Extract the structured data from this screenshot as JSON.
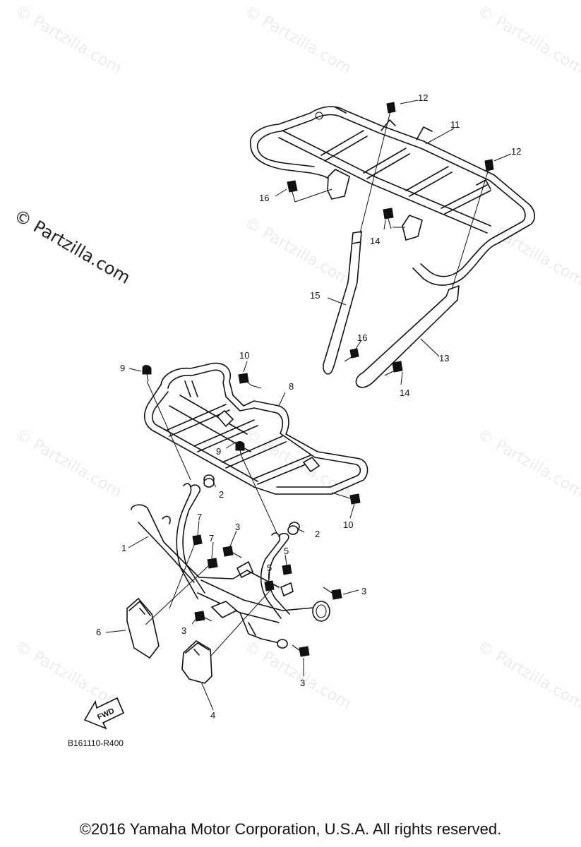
{
  "watermark": {
    "text": "© Partzilla.com",
    "color": "#ececec"
  },
  "side_watermark": {
    "text": "© Partzilla.com"
  },
  "callouts": {
    "c1": "1",
    "c2a": "2",
    "c2b": "2",
    "c3a": "3",
    "c3b": "3",
    "c3c": "3",
    "c3d": "3",
    "c4": "4",
    "c5a": "5",
    "c5b": "5",
    "c6": "6",
    "c7a": "7",
    "c7b": "7",
    "c8": "8",
    "c9a": "9",
    "c9b": "9",
    "c10a": "10",
    "c10b": "10",
    "c11": "11",
    "c12a": "12",
    "c12b": "12",
    "c13": "13",
    "c14a": "14",
    "c14b": "14",
    "c15": "15",
    "c16a": "16",
    "c16b": "16"
  },
  "fwd_label": "FWD",
  "drawing_code": "B161110-R400",
  "copyright": "©2016  Yamaha Motor Corporation, U.S.A. All rights reserved."
}
